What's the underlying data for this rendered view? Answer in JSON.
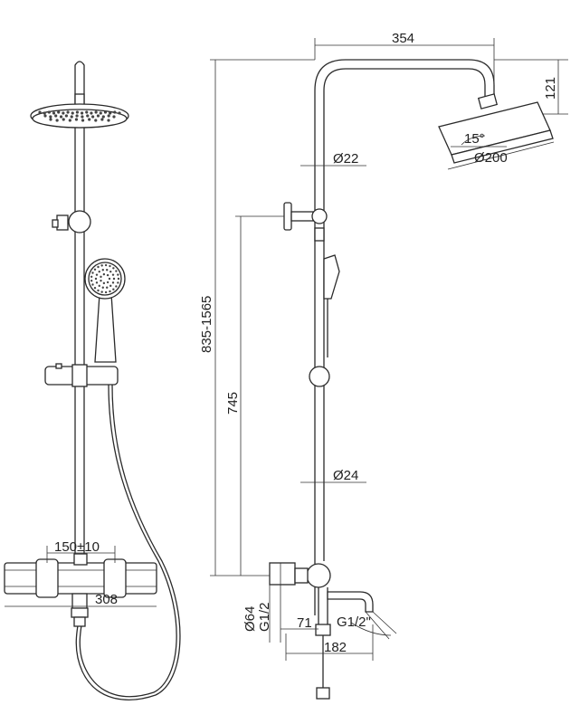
{
  "dimensions": {
    "width_total": "354",
    "shower_head_height": "121",
    "head_angle": "15°",
    "head_diameter": "Ø200",
    "top_pipe_diameter": "Ø22",
    "bottom_pipe_diameter": "Ø24",
    "height_range": "835-1565",
    "holder_height": "745",
    "inlet_spacing": "150±10",
    "mixer_width": "308",
    "body_diameter": "Ø64",
    "inlet_thread": "G1/2",
    "spout_offset": "71",
    "spout_thread": "G1/2\"",
    "spout_reach": "182"
  },
  "colors": {
    "line": "#2a2a2a",
    "background": "#ffffff"
  }
}
